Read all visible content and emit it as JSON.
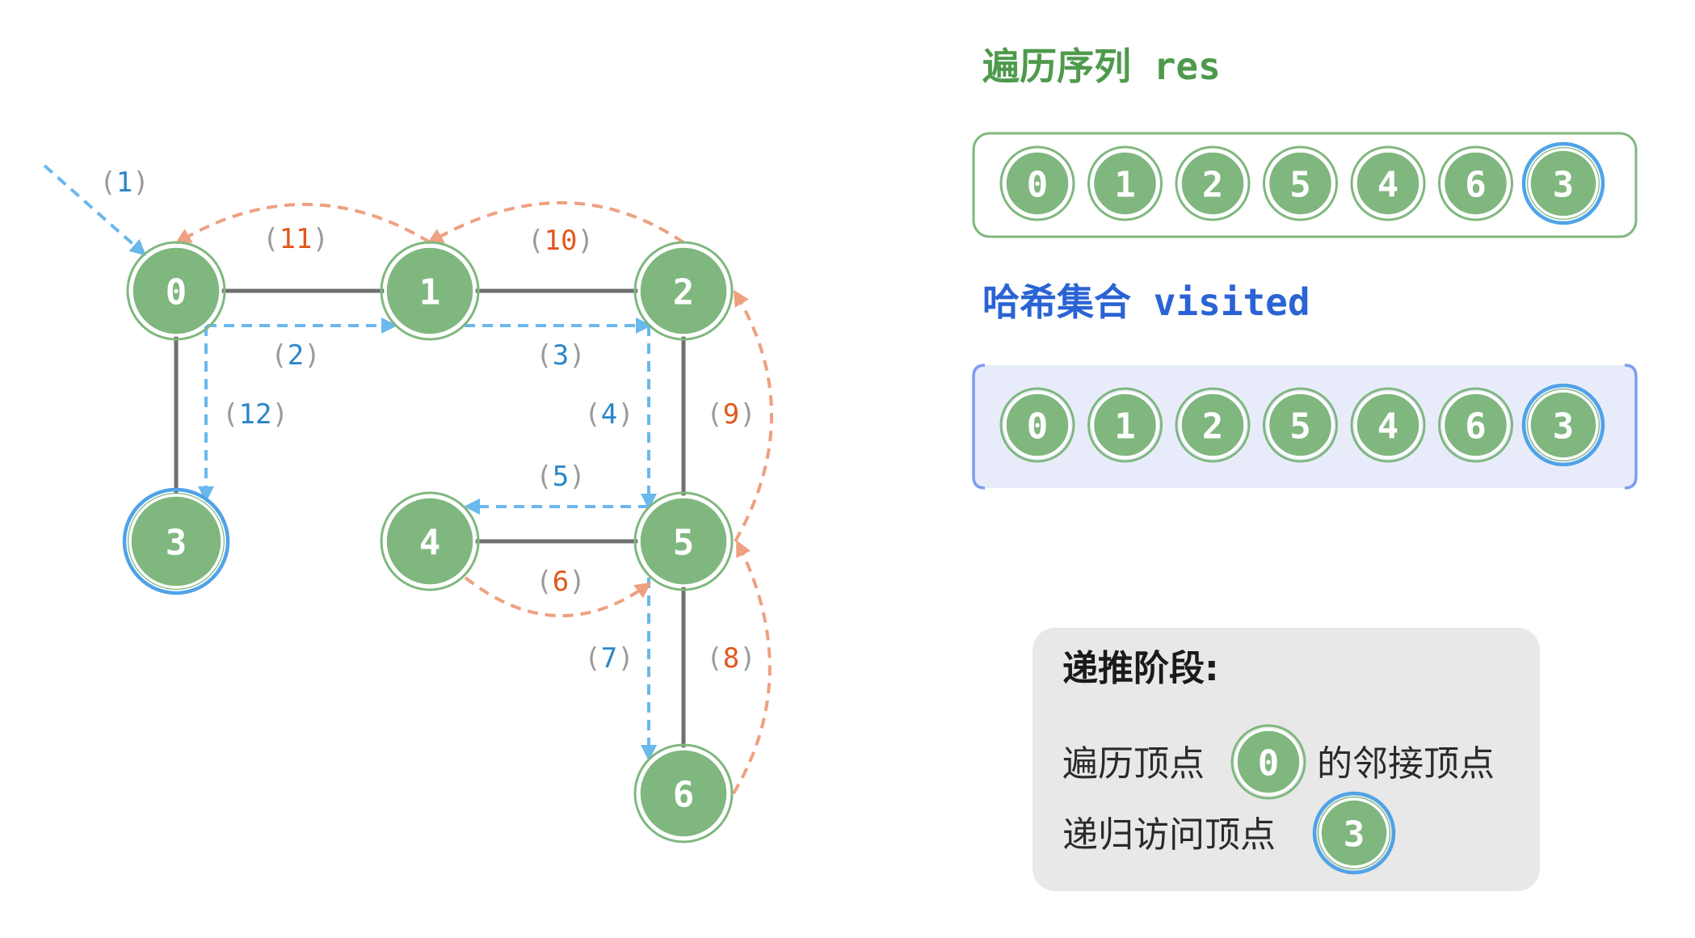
{
  "graph": {
    "vertices": [
      {
        "id": "0",
        "label": "0",
        "state": "visited"
      },
      {
        "id": "1",
        "label": "1",
        "state": "visited"
      },
      {
        "id": "2",
        "label": "2",
        "state": "visited"
      },
      {
        "id": "3",
        "label": "3",
        "state": "current"
      },
      {
        "id": "4",
        "label": "4",
        "state": "visited"
      },
      {
        "id": "5",
        "label": "5",
        "state": "visited"
      },
      {
        "id": "6",
        "label": "6",
        "state": "visited"
      }
    ],
    "edges": [
      [
        "0",
        "1"
      ],
      [
        "1",
        "2"
      ],
      [
        "0",
        "3"
      ],
      [
        "2",
        "5"
      ],
      [
        "4",
        "5"
      ],
      [
        "5",
        "6"
      ]
    ],
    "steps": [
      {
        "id": "1",
        "label": "1",
        "kind": "forward"
      },
      {
        "id": "2",
        "label": "2",
        "kind": "forward"
      },
      {
        "id": "3",
        "label": "3",
        "kind": "forward"
      },
      {
        "id": "4",
        "label": "4",
        "kind": "forward"
      },
      {
        "id": "5",
        "label": "5",
        "kind": "forward"
      },
      {
        "id": "6",
        "label": "6",
        "kind": "backtrack"
      },
      {
        "id": "7",
        "label": "7",
        "kind": "forward"
      },
      {
        "id": "8",
        "label": "8",
        "kind": "backtrack"
      },
      {
        "id": "9",
        "label": "9",
        "kind": "backtrack"
      },
      {
        "id": "10",
        "label": "10",
        "kind": "backtrack"
      },
      {
        "id": "11",
        "label": "11",
        "kind": "backtrack"
      },
      {
        "id": "12",
        "label": "12",
        "kind": "forward"
      }
    ],
    "paren_open": "(",
    "paren_close": ")"
  },
  "res": {
    "title": "遍历序列 res",
    "items": [
      "0",
      "1",
      "2",
      "5",
      "4",
      "6",
      "3"
    ],
    "highlight_last": true
  },
  "visited": {
    "title": "哈希集合 visited",
    "items": [
      "0",
      "1",
      "2",
      "5",
      "4",
      "6",
      "3"
    ],
    "highlight_last": true
  },
  "note": {
    "title": "递推阶段:",
    "line1_prefix": "遍历顶点",
    "line1_node": "0",
    "line1_suffix": "的邻接顶点",
    "line2_prefix": "递归访问顶点",
    "line2_node": "3"
  },
  "colors": {
    "node_fill": "#7fb77e",
    "current_ring": "#4fa3e8",
    "edge": "#707070",
    "forward_path": "#6ab8ec",
    "backtrack_path": "#efa080",
    "res_border": "#7fb77e",
    "visited_border": "#7b9ef0",
    "visited_bg": "#e8ecfa",
    "note_bg": "#e8e8e8"
  }
}
